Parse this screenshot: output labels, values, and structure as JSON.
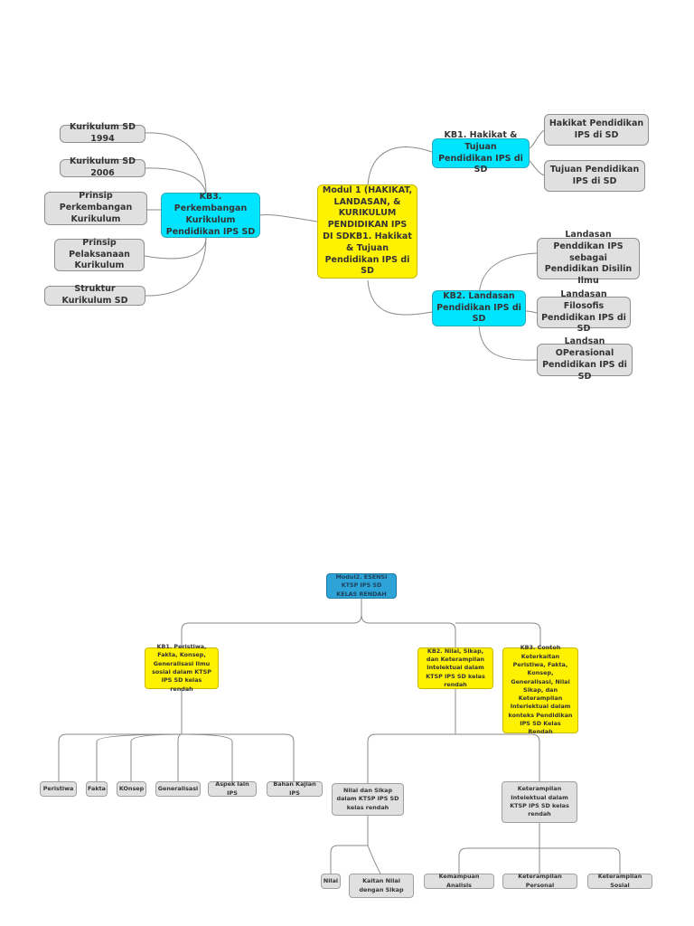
{
  "diagram1": {
    "center": "Modul 1 (HAKIKAT, LANDASAN, & KURIKULUM PENDIDIKAN IPS DI SDKB1. Hakikat & Tujuan Pendidikan IPS di SD",
    "kb1": "KB1. Hakikat & Tujuan Pendidikan IPS di SD",
    "kb1_children": [
      "Hakikat Pendidikan IPS di SD",
      "Tujuan Pendidikan IPS di SD"
    ],
    "kb2": "KB2. Landasan Pendidikan IPS di SD",
    "kb2_children": [
      "Landasan Penddikan IPS sebagai Pendidikan Disilin Ilmu",
      "Landasan Filosofis Pendidikan IPS di SD",
      "Landsan OPerasional Pendidikan IPS di SD"
    ],
    "kb3": "KB3. Perkembangan Kurikulum Pendidikan IPS SD",
    "kb3_children": [
      "Kurikulum SD 1994",
      "Kurikulum SD 2006",
      "Prinsip Perkembangan Kurikulum",
      "Prinsip Pelaksanaan Kurikulum",
      "Struktur Kurikulum SD"
    ]
  },
  "diagram2": {
    "root": "Modul2. ESENSI KTSP IPS SD KELAS RENDAH",
    "kb1": "KB1.  Peristiwa, Fakta, Konsep, Generalisasi Ilmu sosial dalam KTSP IPS SD kelas rendah",
    "kb1_children": [
      "Peristiwa",
      "Fakta",
      "KOnsep",
      "Generalisasi",
      "Aspek lain IPS",
      "Bahan Kajian IPS"
    ],
    "kb2": "KB2.  Nilai, Sikap, dan Keterampilan Intelektual dalam KTSP IPS SD kelas rendah",
    "kb2_children": [
      "Nilai dan Sikap dalam KTSP IPS SD kelas rendah",
      "Keterampilan Intelektual dalam KTSP IPS SD kelas rendah"
    ],
    "nilai_children": [
      "Nilai",
      "Kaitan Nilai dengan Sikap"
    ],
    "ket_children": [
      "Kemampuan Analisis",
      "Keterampilan Personal",
      "Keterampilan Sosial"
    ],
    "kb3": "KB3.  Contoh Keterkaitan Peristiwa, Fakta, Konsep, Generalisasi, Nilai Sikap, dan Keterampilan Interlektual dalam konteks Pendidikan IPS SD Kelas Rendah"
  },
  "colors": {
    "central": "#fff200",
    "subtopic_cyan": "#00e5ff",
    "leaf": "#e0e0e0",
    "root_blue": "#2ea3d8",
    "line": "#8a8a8a"
  }
}
